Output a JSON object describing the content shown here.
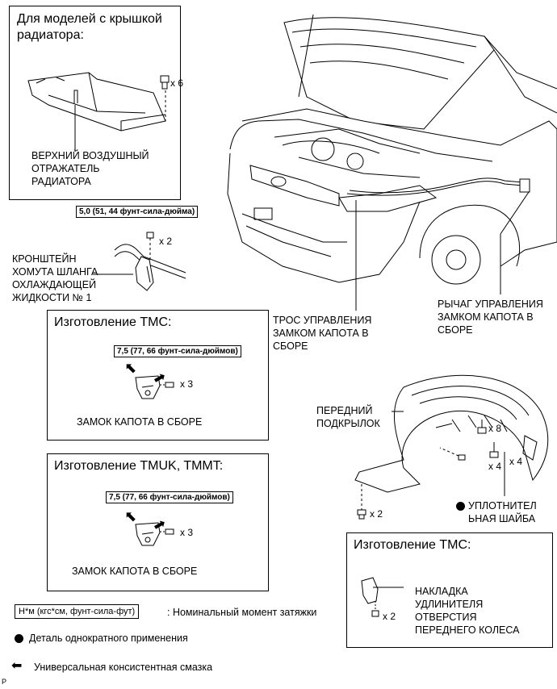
{
  "radiator_box": {
    "title_line1": "Для моделей с крышкой",
    "title_line2": "радиатора:",
    "qty": "x 6",
    "label_line1": "ВЕРХНИЙ ВОЗДУШНЫЙ",
    "label_line2": "ОТРАЖАТЕЛЬ",
    "label_line3": "РАДИАТОРА"
  },
  "bracket": {
    "torque": "5,0 (51, 44 фунт-сила-дюйма)",
    "qty": "x 2",
    "label_line1": "КРОНШТЕЙН",
    "label_line2": "ХОМУТА ШЛАНГА",
    "label_line3": "ОХЛАЖДАЮЩЕЙ",
    "label_line4": "ЖИДКОСТИ № 1"
  },
  "tmc_lock_box": {
    "title": "Изготовление TMC:",
    "torque": "7,5 (77, 66 фунт-сила-дюймов)",
    "qty": "x 3",
    "label": "ЗАМОК КАПОТА В СБОРЕ"
  },
  "tmuk_lock_box": {
    "title": "Изготовление TMUK, TMMT:",
    "torque": "7,5 (77, 66 фунт-сила-дюймов)",
    "qty": "x 3",
    "label": "ЗАМОК КАПОТА В СБОРЕ"
  },
  "cable": {
    "label_line1": "ТРОС УПРАВЛЕНИЯ",
    "label_line2": "ЗАМКОМ КАПОТА В",
    "label_line3": "СБОРЕ"
  },
  "lever": {
    "label_line1": "РЫЧАГ УПРАВЛЕНИЯ",
    "label_line2": "ЗАМКОМ КАПОТА В",
    "label_line3": "СБОРЕ"
  },
  "liner": {
    "label_line1": "ПЕРЕДНИЙ",
    "label_line2": "ПОДКРЫЛОК",
    "qty_8": "x 8",
    "qty_4a": "x 4",
    "qty_4b": "x 4",
    "qty_2": "x 2",
    "washer_line1": "УПЛОТНИТЕЛ",
    "washer_line2": "ЬНАЯ ШАЙБА"
  },
  "tmc_cover_box": {
    "title": "Изготовление TMC:",
    "qty": "x 2",
    "label_line1": "НАКЛАДКА",
    "label_line2": "УДЛИНИТЕЛЯ",
    "label_line3": "ОТВЕРСТИЯ",
    "label_line4": "ПЕРЕДНЕГО КОЛЕСА"
  },
  "legend": {
    "torque_unit": "Н*м (кгс*см, фунт-сила-фут)",
    "torque_desc": ": Номинальный момент затяжки",
    "single_use": "Деталь однократного применения",
    "grease": "Универсальная консистентная смазка",
    "corner_mark": "P"
  }
}
